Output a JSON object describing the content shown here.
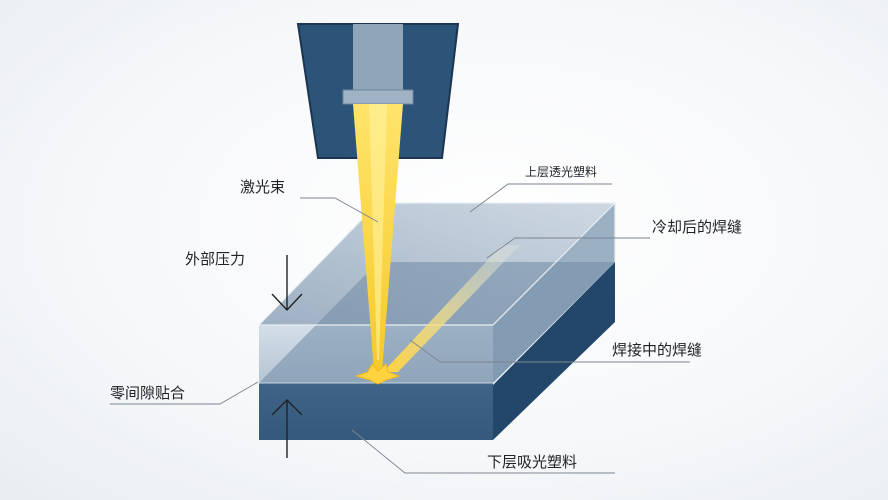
{
  "labels": {
    "laser_beam": "激光束",
    "external_pressure": "外部压力",
    "zero_gap_fit": "零间隙贴合",
    "upper_transparent_plastic": "上层透光塑料",
    "cooled_weld_seam": "冷却后的焊缝",
    "welding_seam": "焊接中的焊缝",
    "lower_absorbing_plastic": "下层吸光塑料"
  },
  "colors": {
    "nozzle_body": "#2c5378",
    "nozzle_outline": "#1d3550",
    "nozzle_inner": "#8fa5ba",
    "beam": "#f7d43a",
    "beam_core": "#fff08a",
    "upper_layer": "#a9bccf",
    "lower_layer": "#34597c",
    "lower_side": "#23476a",
    "weld_hot": "#ffd23f"
  },
  "icons": [
    "down-arrow-icon",
    "up-arrow-icon"
  ]
}
